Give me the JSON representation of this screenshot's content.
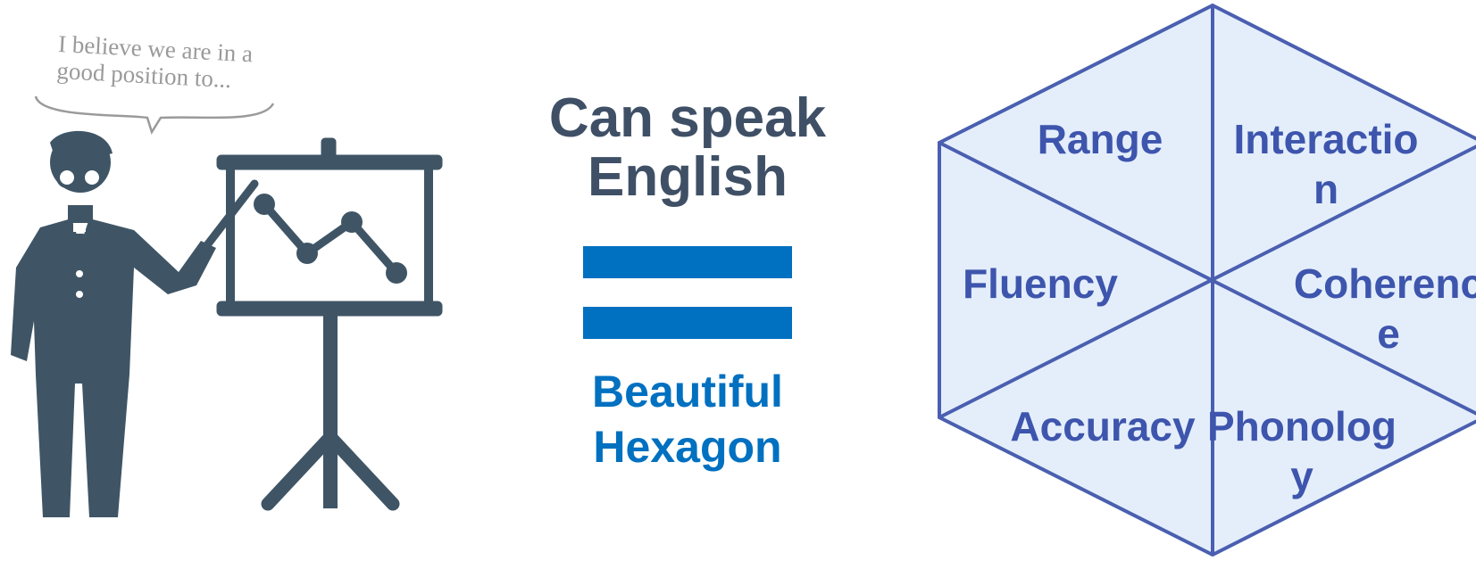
{
  "speech_bubble": {
    "text": "I believe we are in a good position to..."
  },
  "middle": {
    "headline_line1": "Can speak",
    "headline_line2": "English",
    "subline_line1": "Beautiful",
    "subline_line2": "Hexagon"
  },
  "hexagon": {
    "segments": [
      {
        "id": "range",
        "line1": "Range",
        "line2": ""
      },
      {
        "id": "interaction",
        "line1": "Interactio",
        "line2": "n"
      },
      {
        "id": "fluency",
        "line1": "Fluency",
        "line2": ""
      },
      {
        "id": "coherence",
        "line1": "Coherenc",
        "line2": "e"
      },
      {
        "id": "accuracy",
        "line1": "Accuracy",
        "line2": ""
      },
      {
        "id": "phonology",
        "line1": "Phonolog",
        "line2": "y"
      }
    ]
  },
  "colors": {
    "figure": "#3f5566",
    "headline": "#3f5066",
    "accent_blue": "#0070c0",
    "hex_fill": "#e4eefb",
    "hex_stroke": "#4a5fb0",
    "hex_text": "#3e55ad",
    "speech_text": "#9a9a9a"
  }
}
